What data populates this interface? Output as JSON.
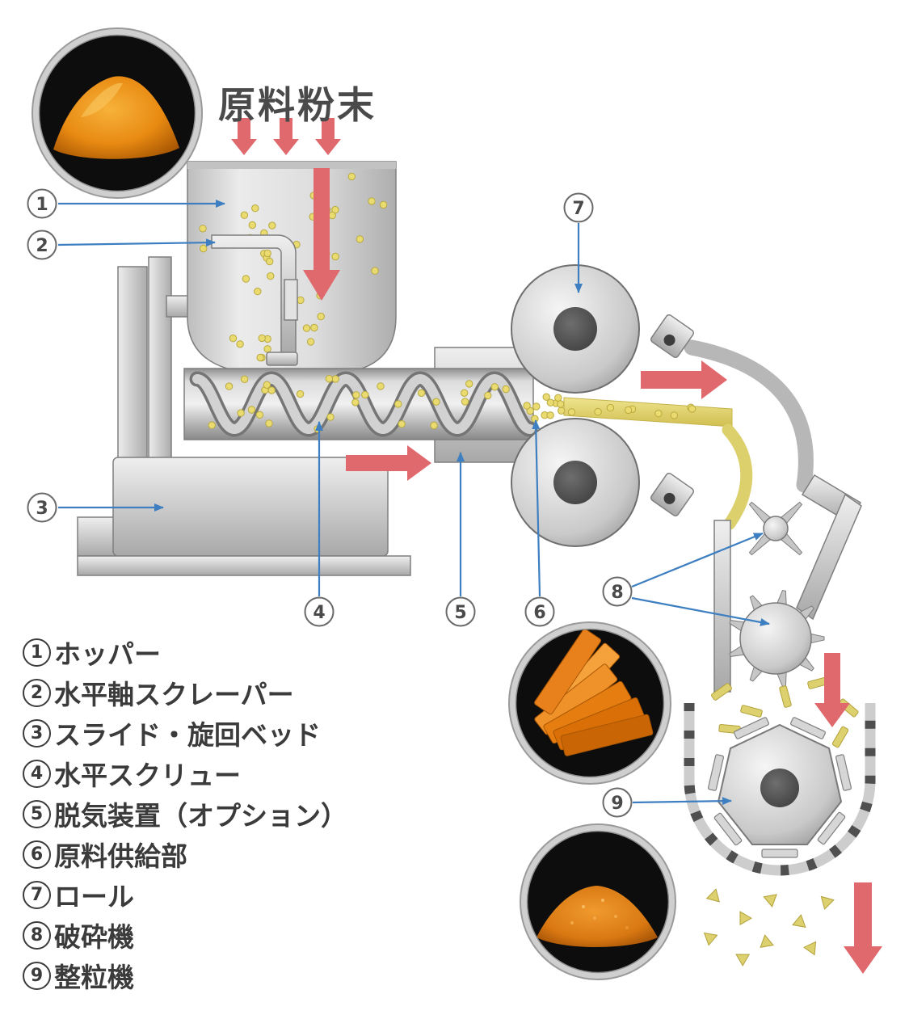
{
  "diagram": {
    "title": "原料粉末",
    "accent_red": "#e0696e",
    "accent_blue": "#3d7fc1",
    "particle_yellow": "#e9db70",
    "machine_gray": "#c9c9c9"
  },
  "callouts": [
    "1",
    "2",
    "3",
    "4",
    "5",
    "6",
    "7",
    "8",
    "9"
  ],
  "legend": {
    "items": [
      {
        "num": "1",
        "label": "ホッパー"
      },
      {
        "num": "2",
        "label": "水平軸スクレーパー"
      },
      {
        "num": "3",
        "label": "スライド・旋回ベッド"
      },
      {
        "num": "4",
        "label": "水平スクリュー"
      },
      {
        "num": "5",
        "label": "脱気装置（オプション）"
      },
      {
        "num": "6",
        "label": "原料供給部"
      },
      {
        "num": "7",
        "label": "ロール"
      },
      {
        "num": "8",
        "label": "破砕機"
      },
      {
        "num": "9",
        "label": "整粒機"
      }
    ]
  }
}
